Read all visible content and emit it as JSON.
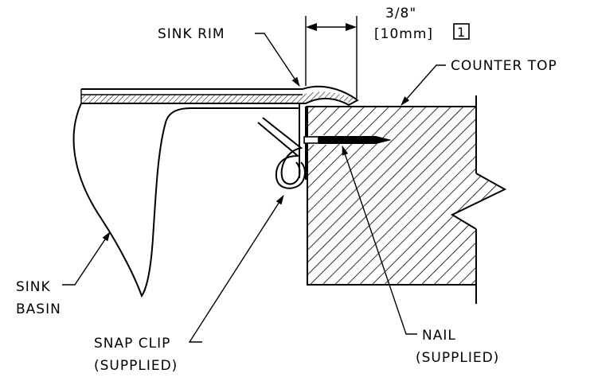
{
  "labels": {
    "sink_rim": "SINK RIM",
    "counter_top": "COUNTER TOP",
    "sink_basin_1": "SINK",
    "sink_basin_2": "BASIN",
    "snap_clip_1": "SNAP CLIP",
    "snap_clip_2": "(SUPPLIED)",
    "nail_1": "NAIL",
    "nail_2": "(SUPPLIED)"
  },
  "dimension": {
    "imperial": "3/8\"",
    "metric": "[10mm]",
    "note_ref": "1"
  }
}
